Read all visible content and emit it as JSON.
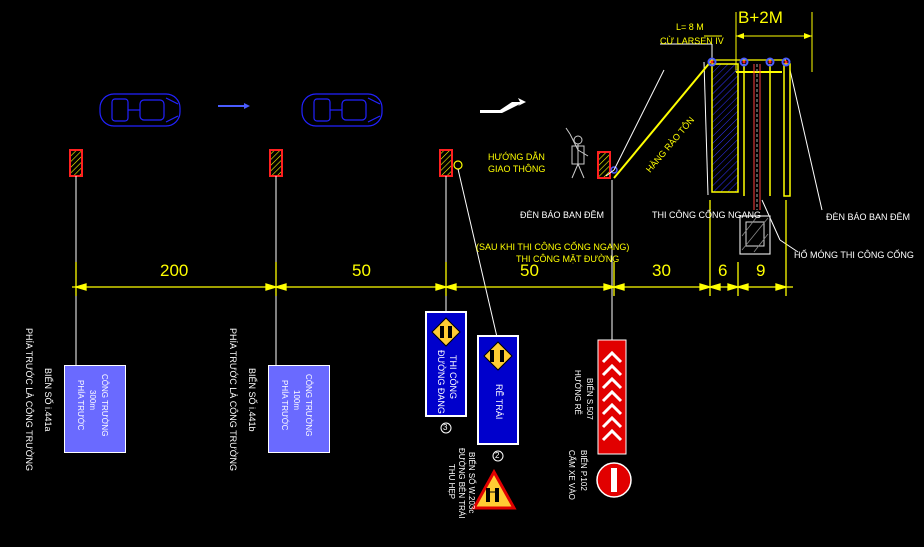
{
  "dimensions": {
    "d1": "200",
    "d2": "50",
    "d3": "50",
    "d4": "30",
    "d5": "6",
    "d6": "9"
  },
  "top": {
    "l_label": "L= 8 M",
    "larsen_label": "CỪ LARSEN IV",
    "width_label": "B+2M",
    "fence_label": "HÀNG RÀO TÔN"
  },
  "labels": {
    "guide": [
      "HƯỚNG DẪN",
      "GIAO THÔNG"
    ],
    "night_light_left": "ĐÈN BÁO BAN ĐÊM",
    "night_light_right": "ĐÈN BÁO BAN ĐÊM",
    "culvert_work": "THI CÔNG CỐNG NGANG",
    "pit": "HỐ MÓNG THI CÔNG CỐNG",
    "after_culvert": [
      "(SAU KHI THI CÔNG CỐNG NGANG)",
      "THI CÔNG MẶT ĐƯỜNG"
    ]
  },
  "signs": {
    "i441a": {
      "name": "BIỂN SỐ i.441a",
      "ahead": "PHÍA TRƯỚC LÀ CÔNG TRƯỜNG",
      "lines": [
        "CÔNG TRƯỜNG",
        "300m",
        "PHÍA TRƯỚC"
      ]
    },
    "i441b": {
      "name": "BIỂN SỐ i.441b",
      "ahead": "PHÍA TRƯỚC LÀ CÔNG TRƯỜNG",
      "lines": [
        "CÔNG TRƯỜNG",
        "100m",
        "PHÍA TRƯỚC"
      ]
    },
    "work_sign": {
      "lines": [
        "THI CÔNG",
        "ĐƯỜNG ĐANG"
      ],
      "marker": "3"
    },
    "turn_left": {
      "text": "RẼ TRÁI",
      "marker": "2"
    },
    "w203": [
      "BIỂN SỐ W.203c",
      "ĐƯỜNG BÊN TRÁI",
      "THU HẸP"
    ],
    "s507": [
      "BIỂN S.507",
      "HƯỚNG RẼ"
    ],
    "p102": [
      "BIỂN P.102",
      "CẤM XE VÀO"
    ]
  },
  "colors": {
    "dimension": "#ffff00",
    "car": "#0000ff",
    "barrier": "#ff0000",
    "sign_blue": "#6a6aff",
    "background": "#000000"
  }
}
